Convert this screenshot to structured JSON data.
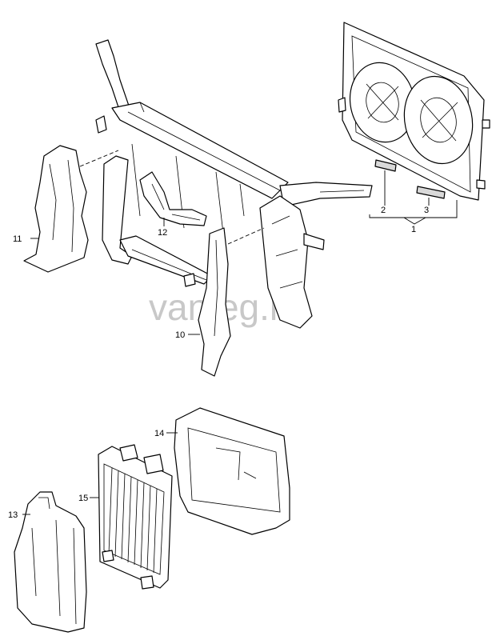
{
  "watermark": "vanteg.ru",
  "callouts": {
    "c1": "1",
    "c2": "2",
    "c3": "3",
    "c10": "10",
    "c11": "11",
    "c12": "12",
    "c13": "13",
    "c14": "14",
    "c15": "15"
  }
}
